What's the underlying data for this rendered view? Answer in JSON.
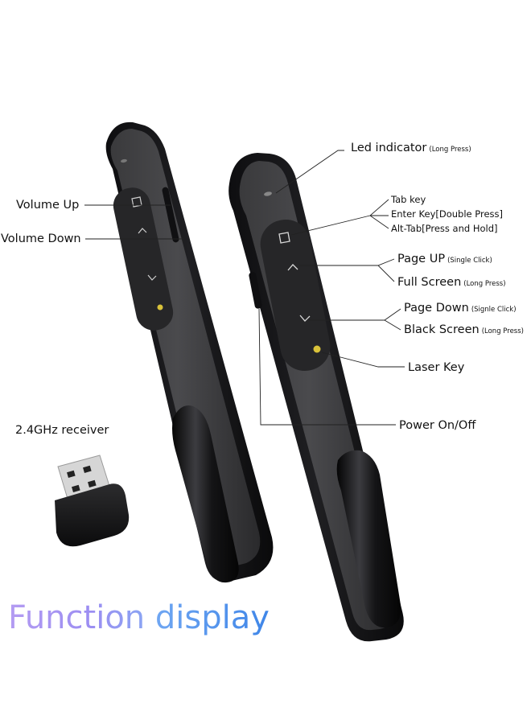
{
  "title": {
    "word1": "Function",
    "word2": "display"
  },
  "labels": {
    "led_indicator": "Led indicator",
    "led_indicator_note": "(Long Press)",
    "volume_up": "Volume Up",
    "volume_down": "Volume Down",
    "tab_key": "Tab key",
    "enter_key": "Enter Key[Double Press]",
    "alt_tab": "Alt-Tab[Press and Hold]",
    "page_up": "Page UP",
    "page_up_note": "(Single Click)",
    "full_screen": "Full Screen",
    "full_screen_note": "(Long Press)",
    "page_down": "Page Down",
    "page_down_note": "(Signle Click)",
    "black_screen": "Black Screen",
    "black_screen_note": "(Long Press)",
    "laser_key": "Laser Key",
    "power": "Power On/Off",
    "receiver": "2.4GHz receiver"
  },
  "colors": {
    "body": "#1c1c1e",
    "line": "#222222",
    "laser": "#d9c23a"
  }
}
